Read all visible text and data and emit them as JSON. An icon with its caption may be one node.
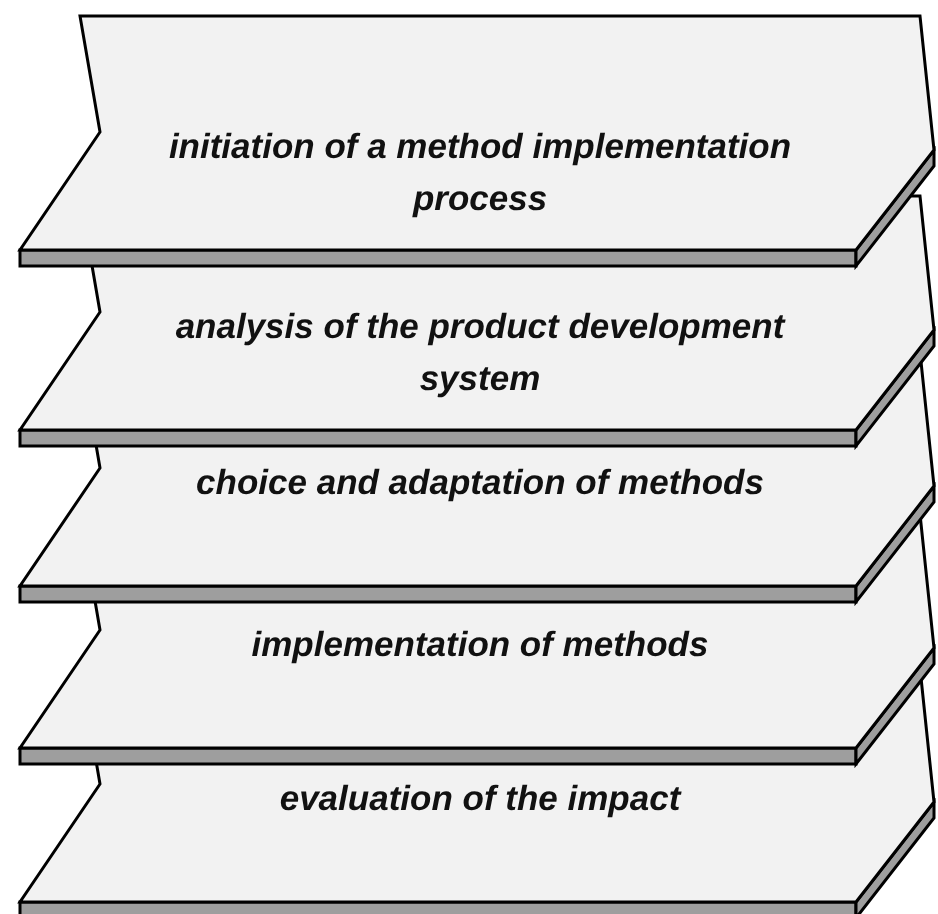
{
  "diagram": {
    "nodes": [
      {
        "text": [
          "initiation of a method implementation process"
        ]
      },
      {
        "text": [
          "analysis of the product development system"
        ]
      },
      {
        "text": [
          "choice and adaptation of methods"
        ]
      },
      {
        "text": [
          "implementation of methods"
        ]
      },
      {
        "text": [
          "evaluation of the impact"
        ]
      }
    ]
  }
}
